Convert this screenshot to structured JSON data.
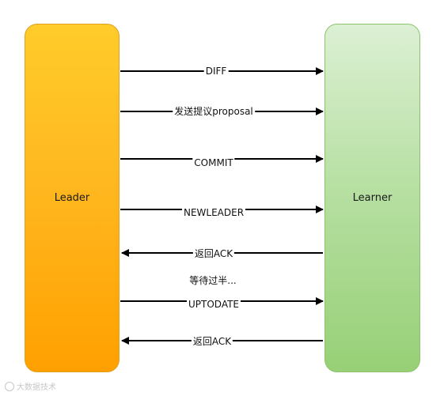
{
  "nodes": {
    "leader": "Leader",
    "learner": "Learner"
  },
  "messages": [
    {
      "label": "DIFF",
      "direction": "leader-to-learner"
    },
    {
      "label": "发送提议proposal",
      "direction": "leader-to-learner"
    },
    {
      "label": "COMMIT",
      "direction": "leader-to-learner"
    },
    {
      "label": "NEWLEADER",
      "direction": "leader-to-learner"
    },
    {
      "label": "返回ACK",
      "direction": "learner-to-leader"
    },
    {
      "label": "UPTODATE",
      "direction": "leader-to-learner"
    },
    {
      "label": "返回ACK",
      "direction": "learner-to-leader"
    }
  ],
  "note": "等待过半...",
  "watermark": "大数据技术",
  "colors": {
    "leader": "#ffb820",
    "learner": "#b8e0a4",
    "arrow": "#000000"
  }
}
